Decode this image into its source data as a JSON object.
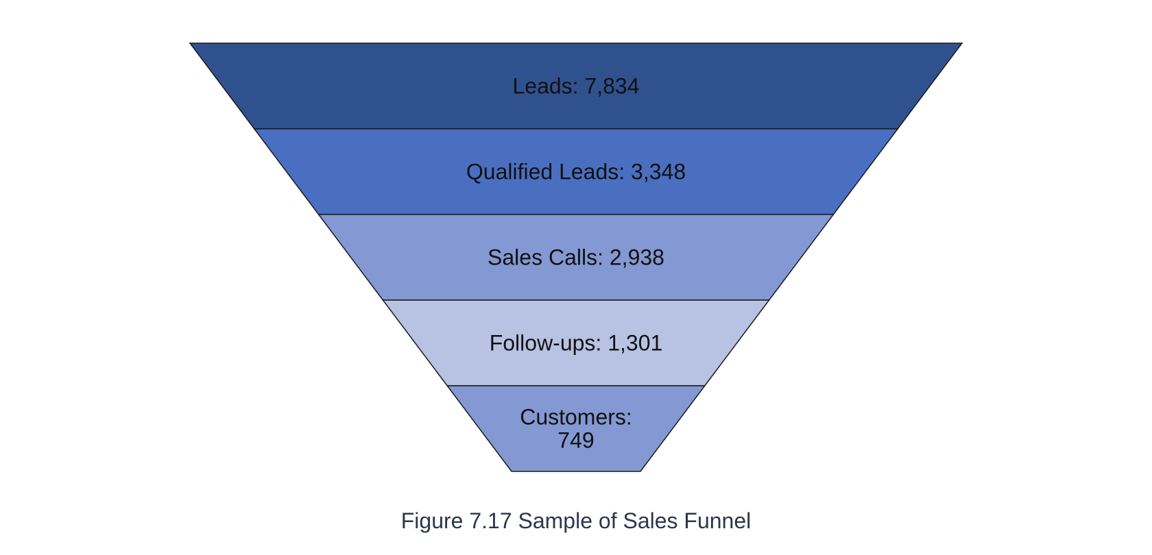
{
  "chart_data": {
    "type": "funnel",
    "stages": [
      {
        "label": "Leads: 7,834",
        "lines": [
          "Leads: 7,834"
        ],
        "value": 7834,
        "color": "#2f528f"
      },
      {
        "label": "Qualified Leads: 3,348",
        "lines": [
          "Qualified Leads: 3,348"
        ],
        "value": 3348,
        "color": "#4a6fc0"
      },
      {
        "label": "Sales Calls: 2,938",
        "lines": [
          "Sales Calls: 2,938"
        ],
        "value": 2938,
        "color": "#8499d3"
      },
      {
        "label": "Follow-ups: 1,301",
        "lines": [
          "Follow-ups: 1,301"
        ],
        "value": 1301,
        "color": "#b8c2e3"
      },
      {
        "label": "Customers: 749",
        "lines": [
          "Customers:",
          "749"
        ],
        "value": 749,
        "color": "#8499d3"
      }
    ]
  },
  "caption": "Figure 7.17 Sample of Sales Funnel"
}
